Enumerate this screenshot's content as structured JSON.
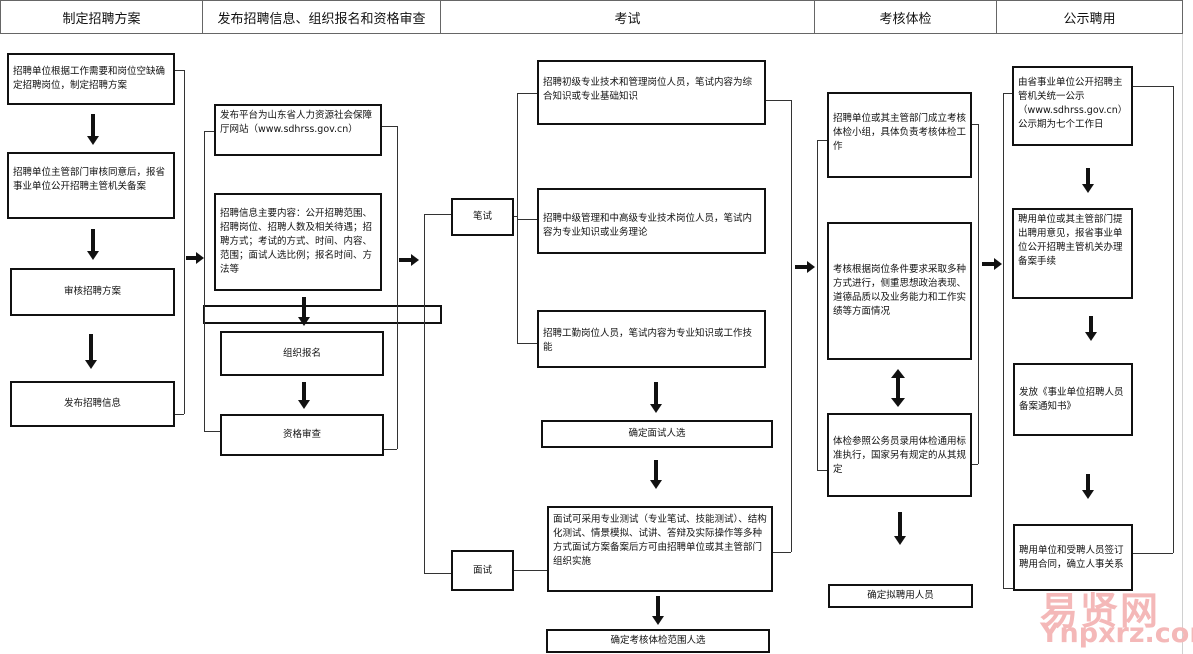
{
  "headers": [
    "制定招聘方案",
    "发布招聘信息、组织报名和资格审查",
    "考试",
    "考核体检",
    "公示聘用"
  ],
  "col1": {
    "b1": "招聘单位根据工作需要和岗位空缺确定招聘岗位，制定招聘方案",
    "b2": "招聘单位主管部门审核同意后，报省事业单位公开招聘主管机关备案",
    "b3": "审核招聘方案",
    "b4": "发布招聘信息"
  },
  "col2": {
    "b1": "发布平台为山东省人力资源社会保障厅网站（www.sdhrss.gov.cn）",
    "b2": "招聘信息主要内容：公开招聘范围、招聘岗位、招聘人数及相关待遇；招聘方式；考试的方式、时间、内容、范围；面试人选比例；报名时间、方法等",
    "b3": "组织报名",
    "b4": "资格审查"
  },
  "col3": {
    "written": "笔试",
    "interview": "面试",
    "w1": "招聘初级专业技术和管理岗位人员，笔试内容为综合知识或专业基础知识",
    "w2": "招聘中级管理和中高级专业技术岗位人员，笔试内容为专业知识或业务理论",
    "w3": "招聘工勤岗位人员，笔试内容为专业知识或工作技能",
    "confirm_interview": "确定面试人选",
    "i1": "面试可采用专业测试（专业笔试、技能测试）、结构化测试、情景模拟、试讲、答辩及实际操作等多种方式面试方案备案后方可由招聘单位或其主管部门组织实施",
    "confirm_check": "确定考核体检范围人选"
  },
  "col4": {
    "b1": "招聘单位或其主管部门成立考核体检小组，具体负责考核体检工作",
    "b2": "考核根据岗位条件要求采取多种方式进行，侧重思想政治表现、道德品质以及业务能力和工作实绩等方面情况",
    "b3": "体检参照公务员录用体检通用标准执行，国家另有规定的从其规定",
    "b4": "确定拟聘用人员"
  },
  "col5": {
    "b1": "由省事业单位公开招聘主管机关统一公示（www.sdhrss.gov.cn）公示期为七个工作日",
    "b2": "聘用单位或其主管部门提出聘用意见，报省事业单位公开招聘主管机关办理备案手续",
    "b3": "发放《事业单位招聘人员备案通知书》",
    "b4": "聘用单位和受聘人员签订聘用合同，确立人事关系"
  },
  "watermark": {
    "cn": "易贤网",
    "en": "Ynpxrz.com"
  }
}
